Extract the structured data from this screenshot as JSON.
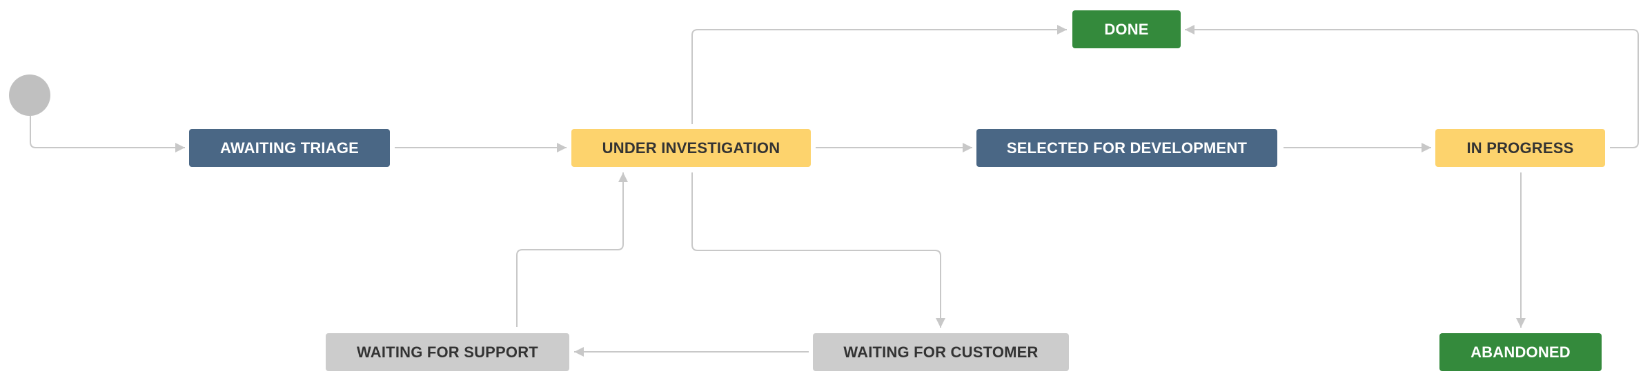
{
  "colors": {
    "blue": "#4a6785",
    "yellow": "#fdd36d",
    "green": "#348a3c",
    "gray": "#cccccc",
    "start": "#c0c0c0",
    "connector": "#c8c8c8",
    "text_light": "#ffffff",
    "text_dark": "#333333"
  },
  "statuses": {
    "awaiting_triage": "AWAITING TRIAGE",
    "under_investigation": "UNDER INVESTIGATION",
    "selected_for_development": "SELECTED FOR DEVELOPMENT",
    "in_progress": "IN PROGRESS",
    "done": "DONE",
    "abandoned": "ABANDONED",
    "waiting_for_support": "WAITING FOR SUPPORT",
    "waiting_for_customer": "WAITING FOR CUSTOMER"
  }
}
